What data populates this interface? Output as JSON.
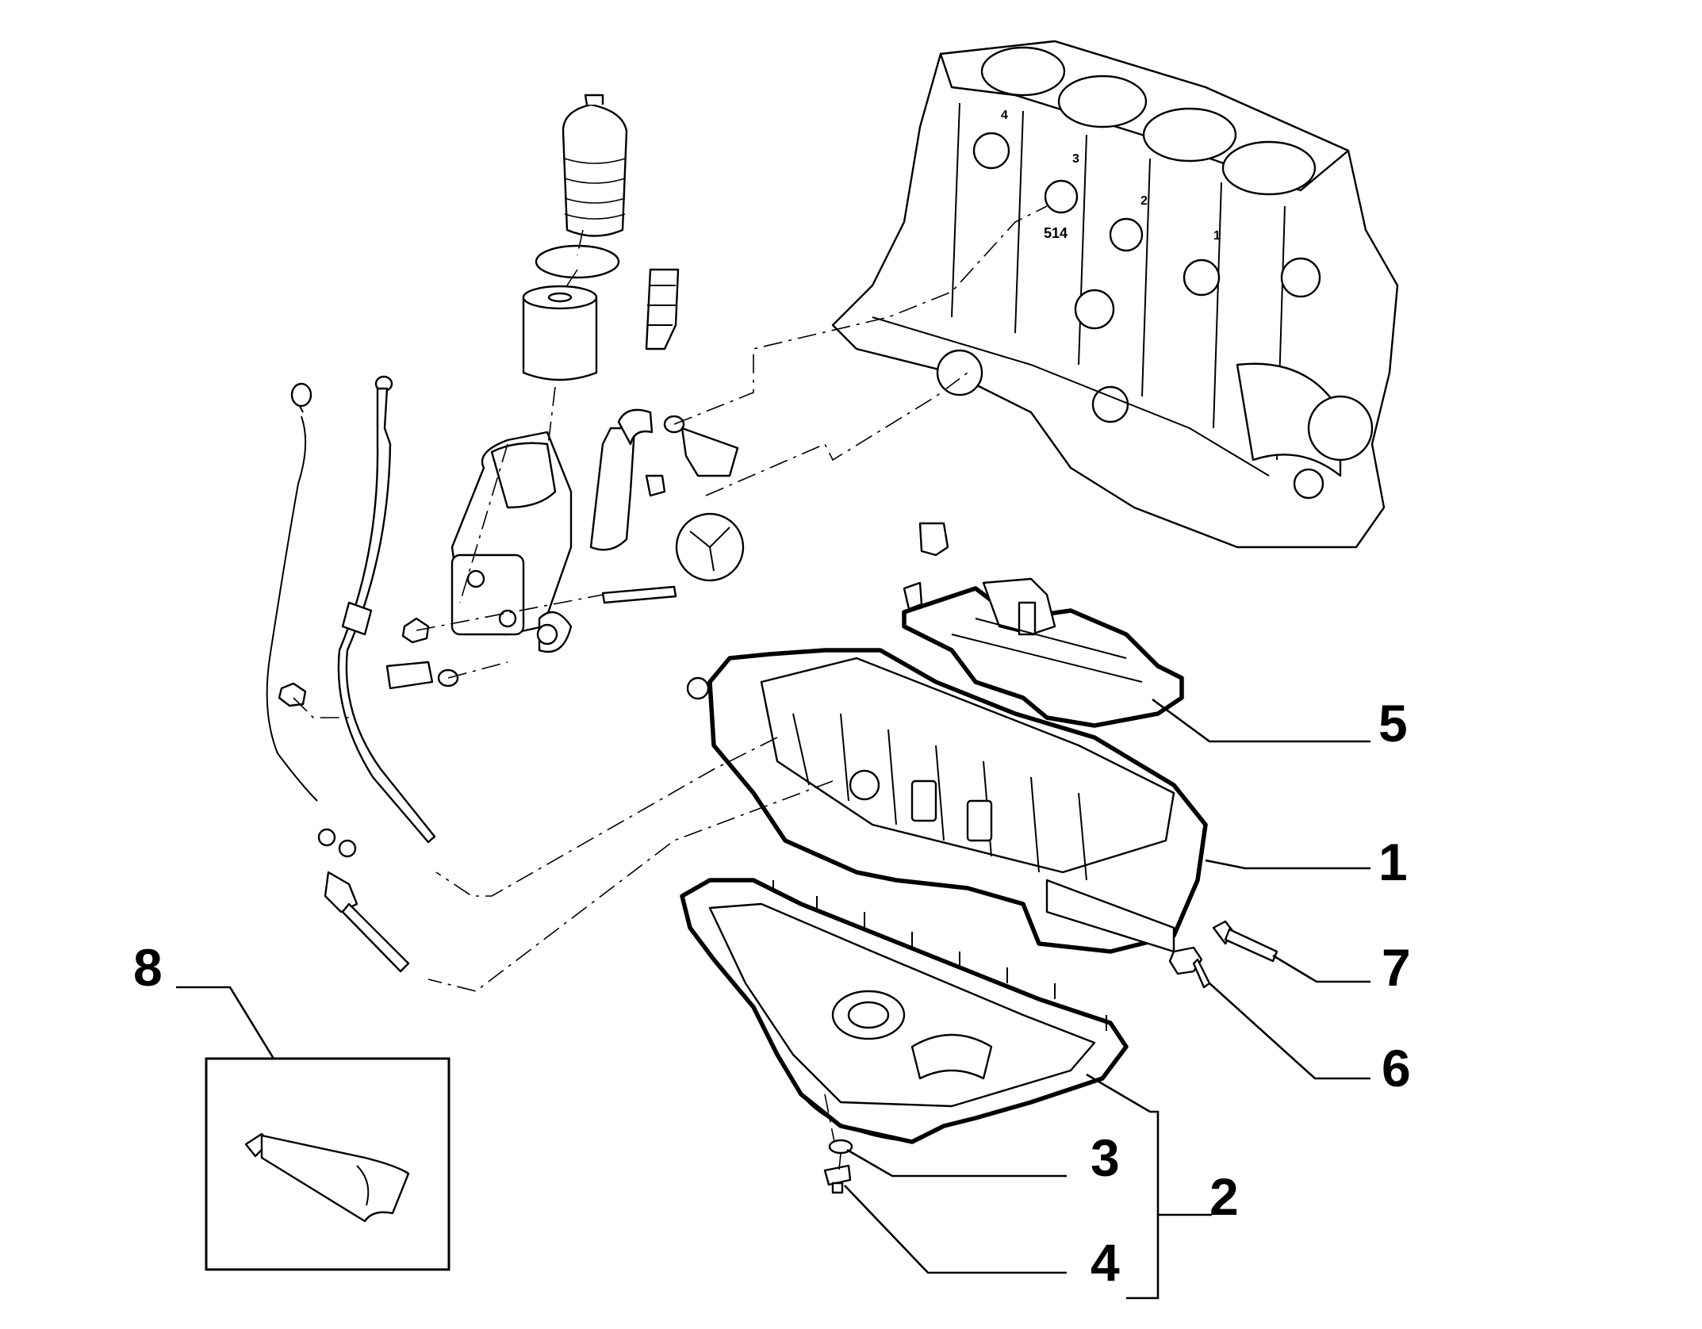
{
  "callouts": [
    {
      "id": "1",
      "label": "1"
    },
    {
      "id": "2",
      "label": "2"
    },
    {
      "id": "3",
      "label": "3"
    },
    {
      "id": "4",
      "label": "4"
    },
    {
      "id": "5",
      "label": "5"
    },
    {
      "id": "6",
      "label": "6"
    },
    {
      "id": "7",
      "label": "7"
    },
    {
      "id": "8",
      "label": "8"
    }
  ],
  "block_markings": {
    "cylinders": [
      "1",
      "2",
      "3",
      "4"
    ],
    "casting_code": "514"
  }
}
